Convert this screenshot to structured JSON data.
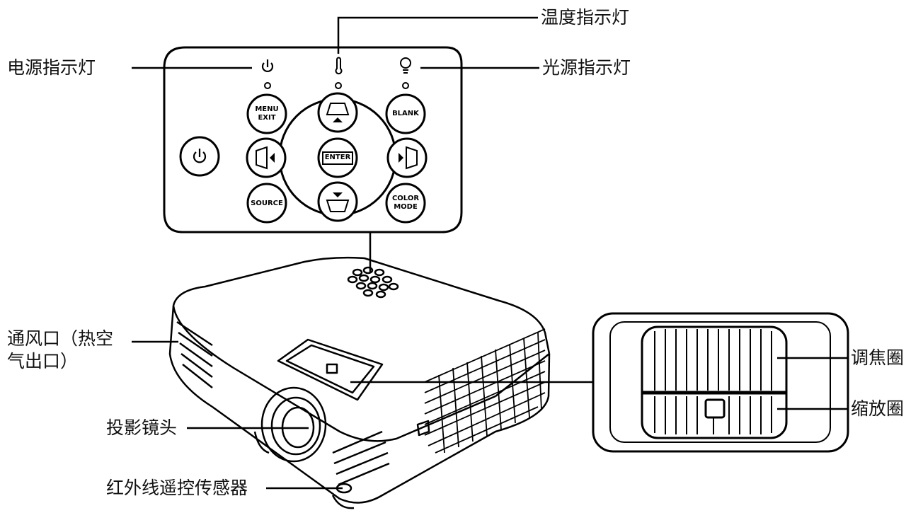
{
  "callouts": {
    "power_indicator": "电源指示灯",
    "temp_indicator": "温度指示灯",
    "light_indicator": "光源指示灯",
    "vent_line1": "通风口（热空",
    "vent_line2": "气出口）",
    "projection_lens": "投影镜头",
    "ir_sensor": "红外线遥控传感器",
    "focus_ring": "调焦圈",
    "zoom_ring": "缩放圈"
  },
  "buttons": {
    "menu_line1": "MENU",
    "menu_line2": "EXIT",
    "blank": "BLANK",
    "enter": "ENTER",
    "source": "SOURCE",
    "color_line1": "COLOR",
    "color_line2": "MODE"
  },
  "icons": {
    "power_led": "power-icon",
    "temp_led": "thermometer-icon",
    "light_led": "lamp-icon",
    "power_button": "power-icon",
    "keystone_up": "keystone-up-icon",
    "keystone_down": "keystone-down-icon",
    "keystone_left": "keystone-left-icon",
    "keystone_right": "keystone-right-icon"
  }
}
